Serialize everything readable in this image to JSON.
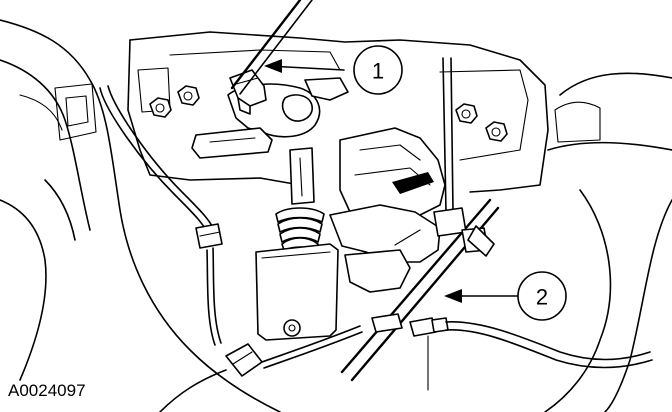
{
  "figure_id": "A0024097",
  "callouts": [
    {
      "label": "1"
    },
    {
      "label": "2"
    }
  ]
}
